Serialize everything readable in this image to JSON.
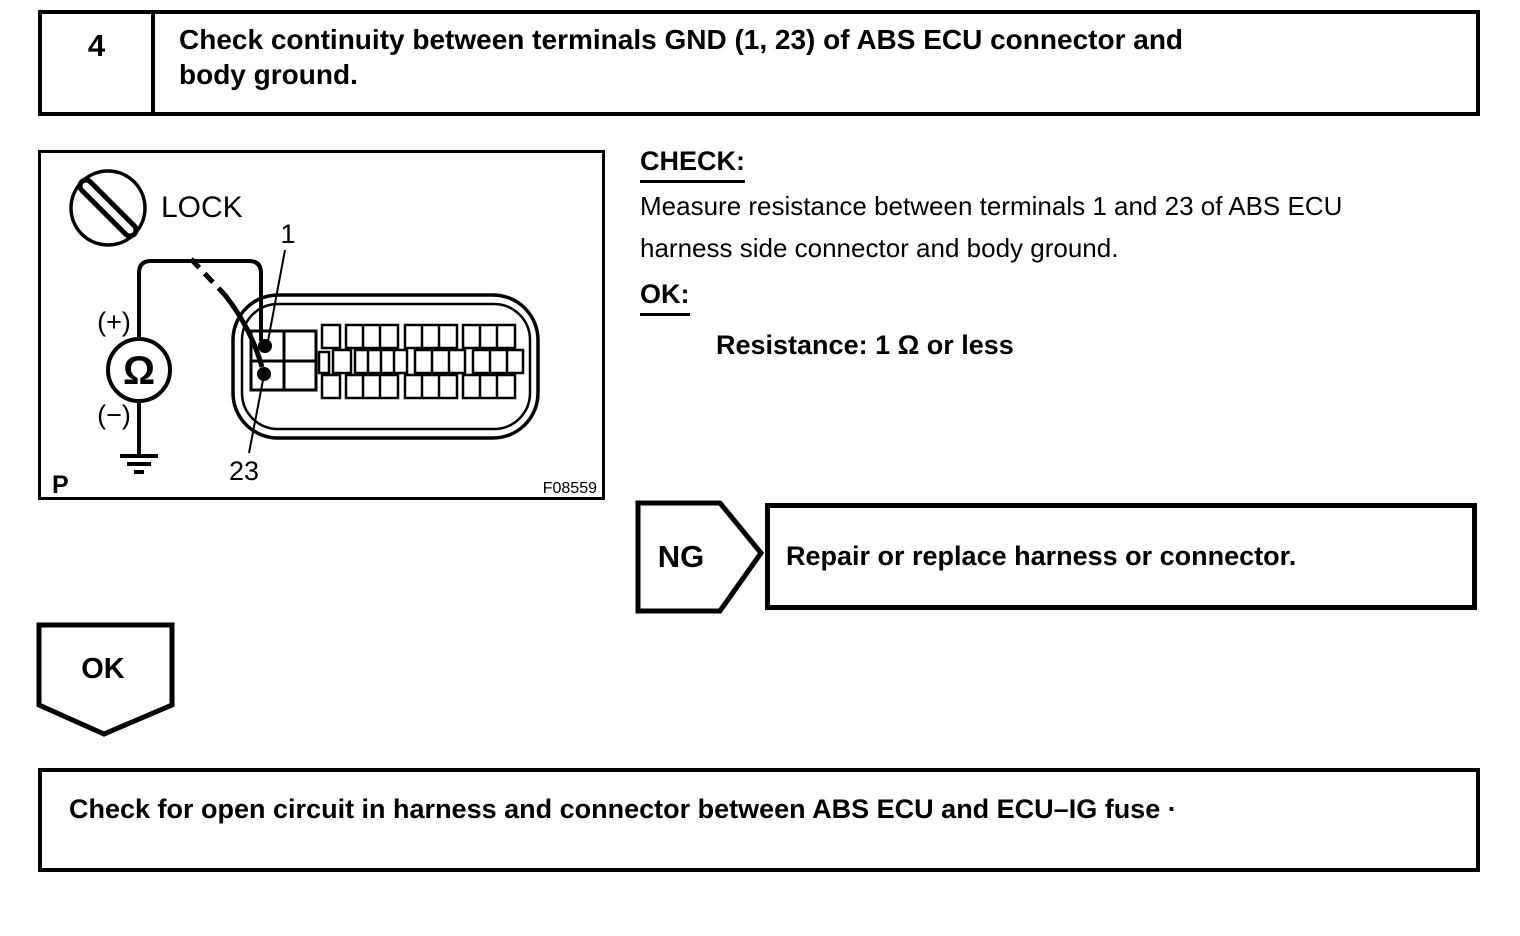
{
  "step_header": {
    "number": "4",
    "title_line1": "Check continuity between terminals GND (1, 23) of ABS ECU connector and",
    "title_line2": "body ground."
  },
  "figure": {
    "lock_label": "LOCK",
    "plus_label": "(+)",
    "minus_label": "(−)",
    "ohm_symbol": "Ω",
    "terminal_1_label": "1",
    "terminal_23_label": "23",
    "corner_marker": "P",
    "figure_code": "F08559"
  },
  "check_section": {
    "check_heading": "CHECK:",
    "check_line1": "Measure resistance between terminals 1 and 23 of ABS ECU",
    "check_line2": "harness side connector and body ground.",
    "ok_heading": "OK:",
    "ok_spec": "Resistance: 1 Ω or less"
  },
  "ng_branch": {
    "label": "NG",
    "action": "Repair or replace harness or connector."
  },
  "ok_branch": {
    "label": "OK"
  },
  "next_step_box": {
    "text": "Check for open circuit in harness and connector between ABS ECU and ECU–IG fuse ·"
  }
}
